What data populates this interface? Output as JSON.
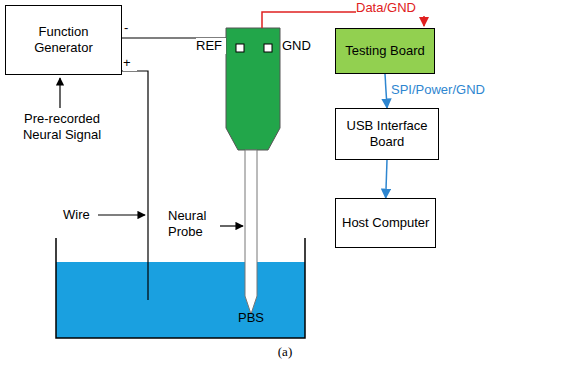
{
  "diagram": {
    "caption": "(a)",
    "nodes": [
      {
        "text": [
          "Function Generator"
        ]
      },
      {
        "text": [
          "Testing Board"
        ]
      },
      {
        "text": [
          "USB Interface Board"
        ]
      },
      {
        "text": [
          "Host Computer"
        ]
      }
    ],
    "edges": [
      {
        "from": 1,
        "to": 2,
        "arrow": "to",
        "label": "SPI/Power/GND"
      },
      {
        "from": 2,
        "to": 3,
        "arrow": "to"
      }
    ],
    "labels": [
      "-",
      "+",
      "Pre-recorded Neural Signal",
      "REF",
      "GND",
      "Wire",
      "Neural Probe",
      "Data/GND",
      "PBS"
    ]
  }
}
